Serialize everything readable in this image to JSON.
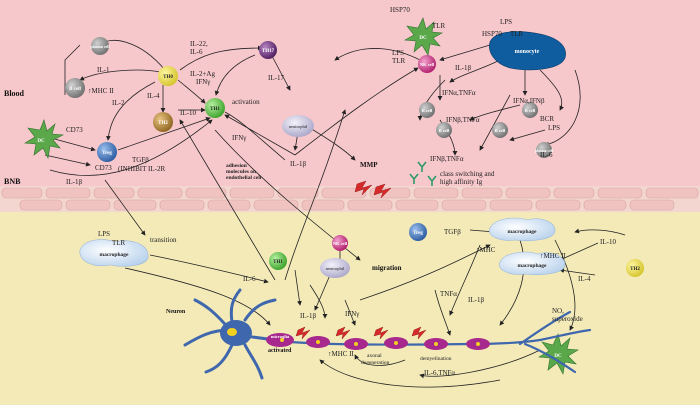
{
  "regions": {
    "blood": "Blood",
    "bnb": "BNB"
  },
  "cells": {
    "th0": "TH0",
    "th1_top": "TH1",
    "th2_top": "TH2",
    "th17": "TH17",
    "treg_top": "Treg",
    "dc_top_left": "DC",
    "dc_top_right": "DC",
    "b_cell_left": "B cell",
    "plasma_cell_left": "plasma cell",
    "neutrophil_top": "neutrophil",
    "nk_cell_top": "NK cell",
    "monocyte": "monocyte",
    "b_cell_1": "B cell",
    "b_cell_2": "B cell",
    "b_cell_3": "B cell",
    "b_cell_4": "B cell",
    "plasma_cell_right": "plasma cell",
    "macrophage_left": "macrophage",
    "th1_bottom": "TH1",
    "nk_cell_bottom": "NK cell",
    "neutrophil_bottom": "neutrophil",
    "treg_bottom": "Treg",
    "macrophage_right_1": "macrophage",
    "macrophage_right_2": "macrophage",
    "th2_bottom": "TH2",
    "dc_bottom": "DC",
    "neuron": "Neuron",
    "microglia": "microglia"
  },
  "labels": {
    "hsp70_1": "HSP70",
    "tlr_1": "TLR",
    "lps_1": "LPS",
    "hsp70_2": "HSP70",
    "tlr_2": "TLR",
    "il22_il6": "IL-22,\nIL-6",
    "il17": "IL-17",
    "il1_left": "IL-1",
    "mhc2_left": "↑MHC II",
    "il2": "IL-2",
    "il4": "IL-4",
    "il10_top": "IL-10",
    "il2_ag_ifng": "IL-2+Ag\nIFNγ",
    "activation": "activation",
    "ifng_top": "IFNγ",
    "cd73_1": "CD73",
    "cd73_2": "CD73",
    "tgfb_top": "TGFβ",
    "inhibit_il2r": "(INHIBIT IL-2R",
    "il1b_left": "IL-1β",
    "adhesion": "adhesion\nmolecules on\nendothelial cell",
    "il1b_mid": "IL-1β",
    "mmp": "MMP",
    "lps_nk": "LPS",
    "tlr_nk": "TLR",
    "il1b_mono": "IL-1β",
    "ifna_tnfa": "IFNα,TNFα",
    "ifna_ifnb": "IFNα,IFNβ",
    "ifnb_tnfa_1": "IFNβ,TNFα",
    "bcr": "BCR",
    "lps_bcr": "LPS",
    "il6_right": "IL-6",
    "ifnb_tnfa_2": "IFNβ,TNFα",
    "class_switching": "class switching and\nhigh affinity Ig",
    "lps_mac": "LPS",
    "tlr_mac": "TLR",
    "transition": "transition",
    "il6_bottom": "IL-6",
    "migration": "migration",
    "il1b_bottom": "IL-1β",
    "ifng_bottom": "IFNγ",
    "tgfb_bottom": "TGFβ",
    "mhc_mac1": "↑MHC",
    "mhc2_mac2": "↑MHC II",
    "il10_bottom": "IL-10",
    "il4_bottom": "IL-4",
    "tnfa": "TNFα",
    "il1b_right": "IL-1β",
    "no_superoxide": "NO,\nsuperoxide",
    "activated": "activated",
    "mhc2_bottom": "↑MHC II",
    "axonal_degeneration": "axonal\ndegeneration",
    "demyelination": "demyelination",
    "il6_tnfa": "IL-6,TNFα"
  },
  "colors": {
    "blood_bg": "#f6c7cb",
    "cns_bg": "#f3eab8",
    "endothelial": "#f1c9c6",
    "th0": "#e8d83a",
    "th1": "#55c23c",
    "th2": "#b8862a",
    "th17": "#6e2f7e",
    "treg": "#3a6fb8",
    "dc": "#5aa84a",
    "b_cell": "#8e8e8e",
    "nk": "#d6338a",
    "monocyte": "#0f5c9e",
    "macrophage": "#dbe8f6",
    "neuron": "#3f67ad",
    "myelin": "#a8298d",
    "neutrophil": "#c8c4dc"
  }
}
